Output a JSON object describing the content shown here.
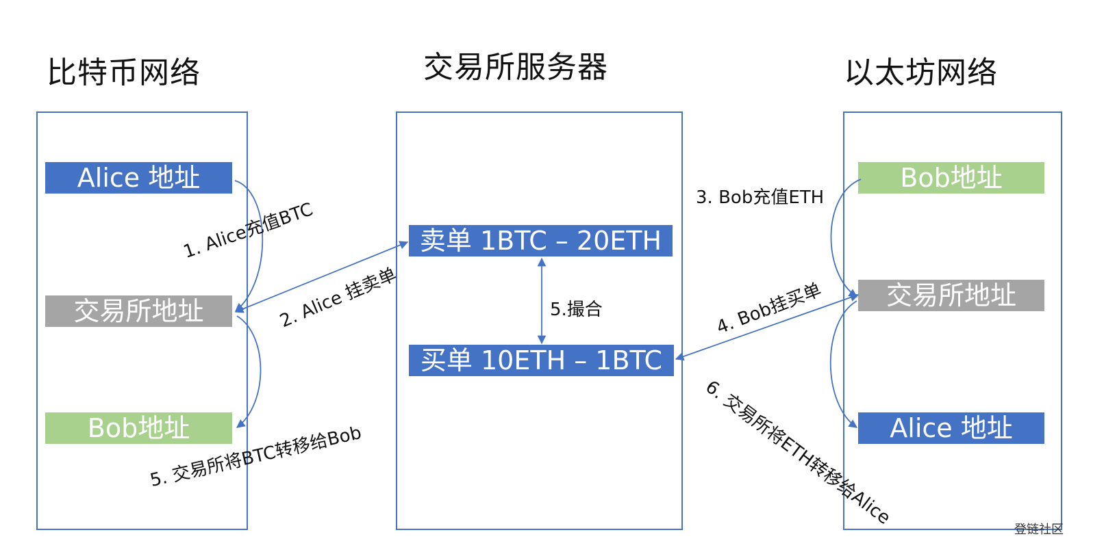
{
  "titles": {
    "btc_network": "比特币网络",
    "exchange_server": "交易所服务器",
    "eth_network": "以太坊网络"
  },
  "btc_panel": {
    "alice_address": "Alice 地址",
    "exchange_address": "交易所地址",
    "bob_address": "Bob地址"
  },
  "exchange_panel": {
    "sell_order": "卖单 1BTC – 20ETH",
    "buy_order": "买单 10ETH – 1BTC"
  },
  "eth_panel": {
    "bob_address": "Bob地址",
    "exchange_address": "交易所地址",
    "alice_address": "Alice 地址"
  },
  "steps": {
    "s1": "1. Alice充值BTC",
    "s2": "2. Alice 挂卖单",
    "s3": "3. Bob充值ETH",
    "s4": "4. Bob挂买单",
    "s5_match": "5.撮合",
    "s5_transfer": "5. 交易所将BTC转移给Bob",
    "s6": "6. 交易所将ETH转移给Alice"
  },
  "colors": {
    "blue": "#4472c4",
    "gray": "#a5a5a5",
    "green": "#a9d18e"
  },
  "watermark": "登链社区"
}
